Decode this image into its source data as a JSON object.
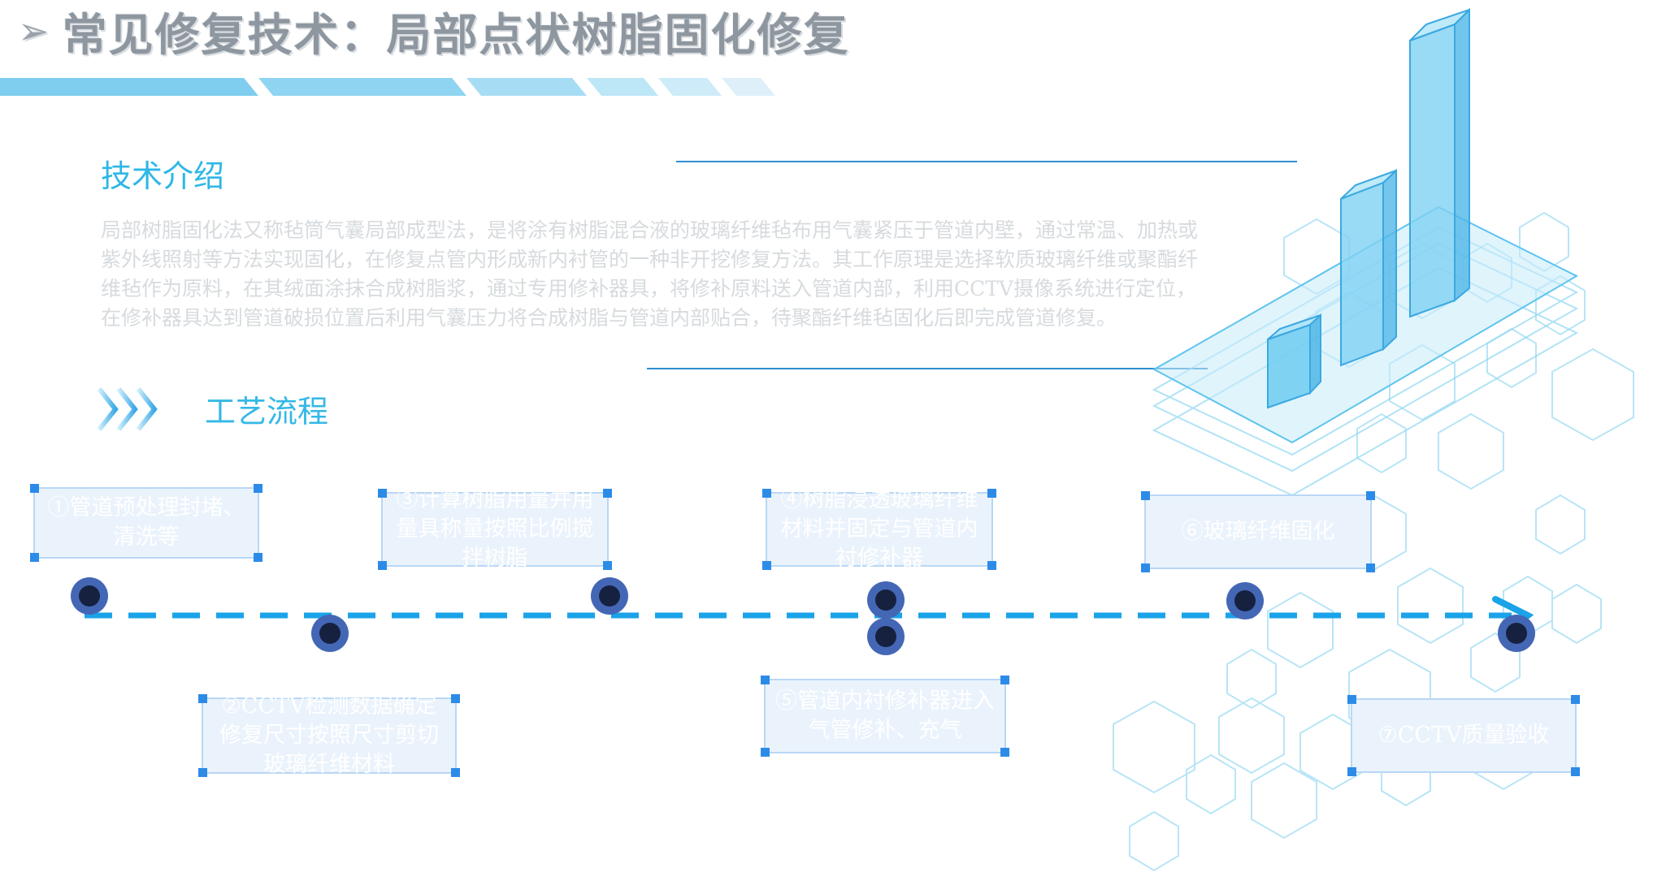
{
  "header": {
    "title": "常见修复技术：局部点状树脂固化修复",
    "arrow_icon": "chevron-right-icon"
  },
  "intro": {
    "heading": "技术介绍",
    "body": "局部树脂固化法又称毡筒气囊局部成型法，是将涂有树脂混合液的玻璃纤维毡布用气囊紧压于管道内壁，通过常温、加热或紫外线照射等方法实现固化，在修复点管内形成新内衬管的一种非开挖修复方法。其工作原理是选择软质玻璃纤维或聚酯纤维毡作为原料，在其绒面涂抹合成树脂浆，通过专用修补器具，将修补原料送入管道内部，利用CCTV摄像系统进行定位，在修补器具达到管道破损位置后利用气囊压力将合成树脂与管道内部贴合，待聚酯纤维毡固化后即完成管道修复。"
  },
  "process": {
    "heading": "工艺流程",
    "chevron_icon": "triple-chevron-icon",
    "steps": [
      {
        "label": "①管道预处理封堵、清洗等"
      },
      {
        "label": "②CCTV检测数据确定修复尺寸按照尺寸剪切玻璃纤维材料"
      },
      {
        "label": "③计算树脂用量并用量具称量按照比例搅拌树脂"
      },
      {
        "label": "④树脂浸透玻璃纤维材料并固定与管道内衬修补器"
      },
      {
        "label": "⑤管道内衬修补器进入气管修补、充气"
      },
      {
        "label": "⑥玻璃纤维固化"
      },
      {
        "label": "⑦CCTV质量验收"
      }
    ]
  },
  "colors": {
    "accent": "#1aa3e8",
    "heading": "#35b8e6",
    "node_outer": "#4467b5",
    "node_inner": "#15213f",
    "box_fill": "#eaf3fc",
    "box_border": "#b9d7f5",
    "handle": "#2d8be8"
  }
}
